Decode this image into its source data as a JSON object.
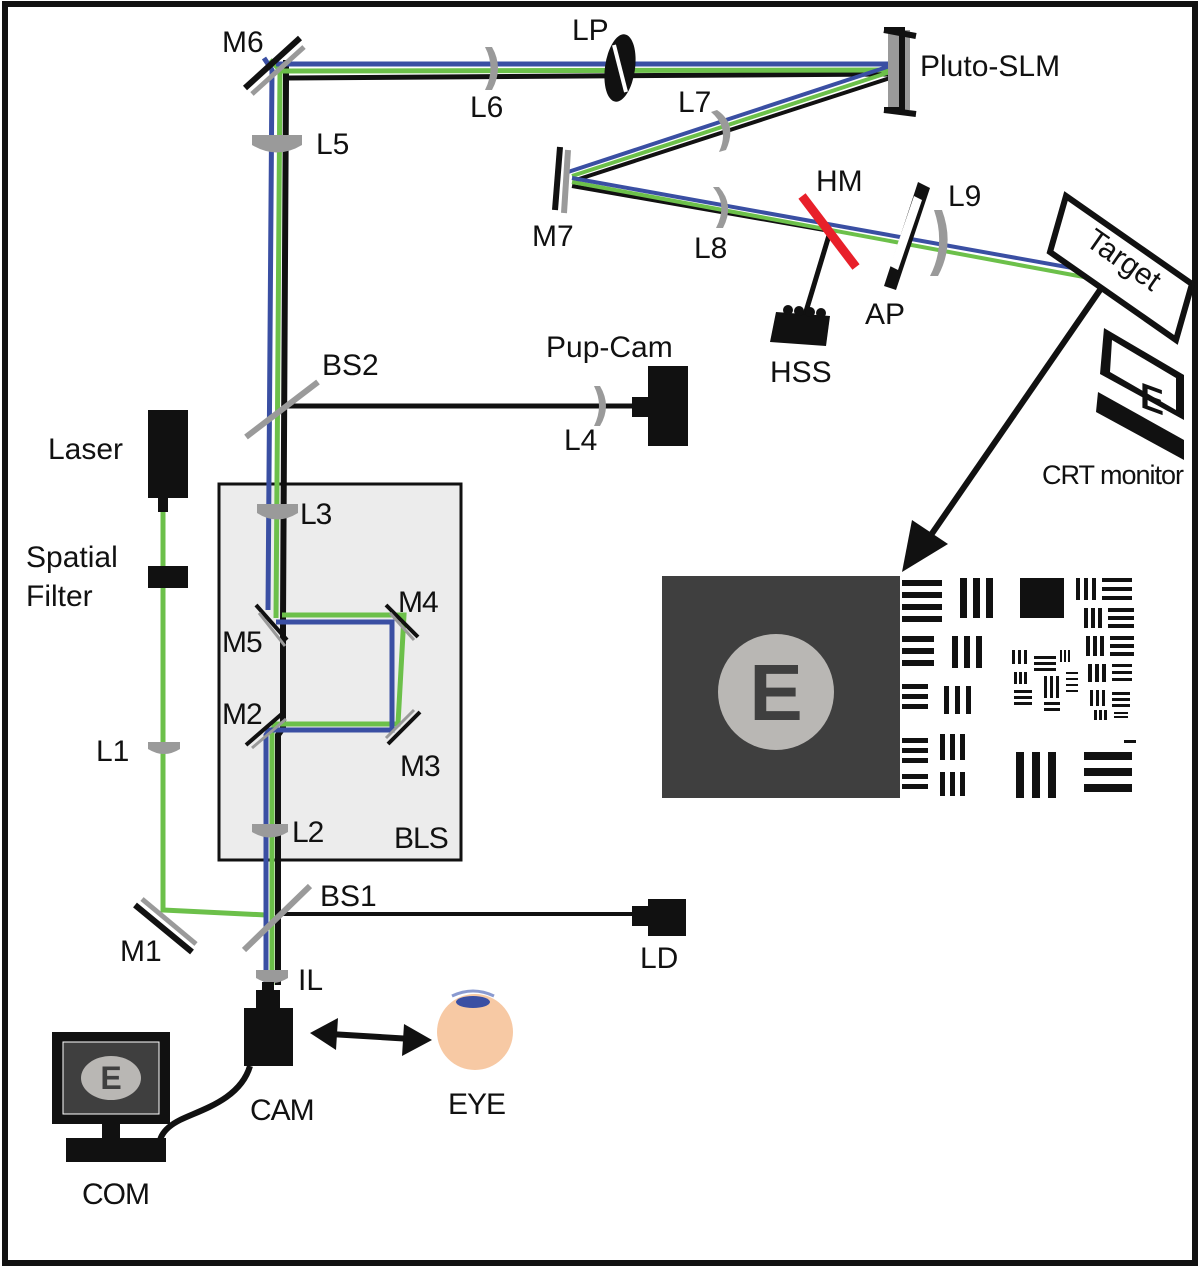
{
  "labels": {
    "m6": "M6",
    "lp": "LP",
    "pluto_slm": "Pluto-SLM",
    "l6": "L6",
    "l5": "L5",
    "l7": "L7",
    "m7": "M7",
    "l8": "L8",
    "hm": "HM",
    "l9": "L9",
    "target": "Target",
    "ap": "AP",
    "hss": "HSS",
    "pup_cam": "Pup-Cam",
    "bs2": "BS2",
    "l4": "L4",
    "laser": "Laser",
    "spatial": "Spatial",
    "filter": "Filter",
    "crt_monitor": "CRT monitor",
    "l3": "L3",
    "m5": "M5",
    "m4": "M4",
    "m2": "M2",
    "m3": "M3",
    "l1": "L1",
    "l2": "L2",
    "bls": "BLS",
    "bs1": "BS1",
    "m1": "M1",
    "ld": "LD",
    "il": "IL",
    "cam": "CAM",
    "eye": "EYE",
    "com": "COM",
    "monitor_letter": "E",
    "inset_letter": "E"
  },
  "colors": {
    "beam_blue": "#3a4fa3",
    "beam_green": "#6cc04a",
    "beam_black": "#111111",
    "optic_gray": "#9a9a9a",
    "hot_mirror": "#e8202a",
    "bls_box_fill": "#ececec",
    "eye_skin": "#f7c9a4",
    "eye_pupil": "#3a4fa3",
    "inset_dark": "#3f3f3f",
    "inset_disk": "#b9b7b4"
  }
}
